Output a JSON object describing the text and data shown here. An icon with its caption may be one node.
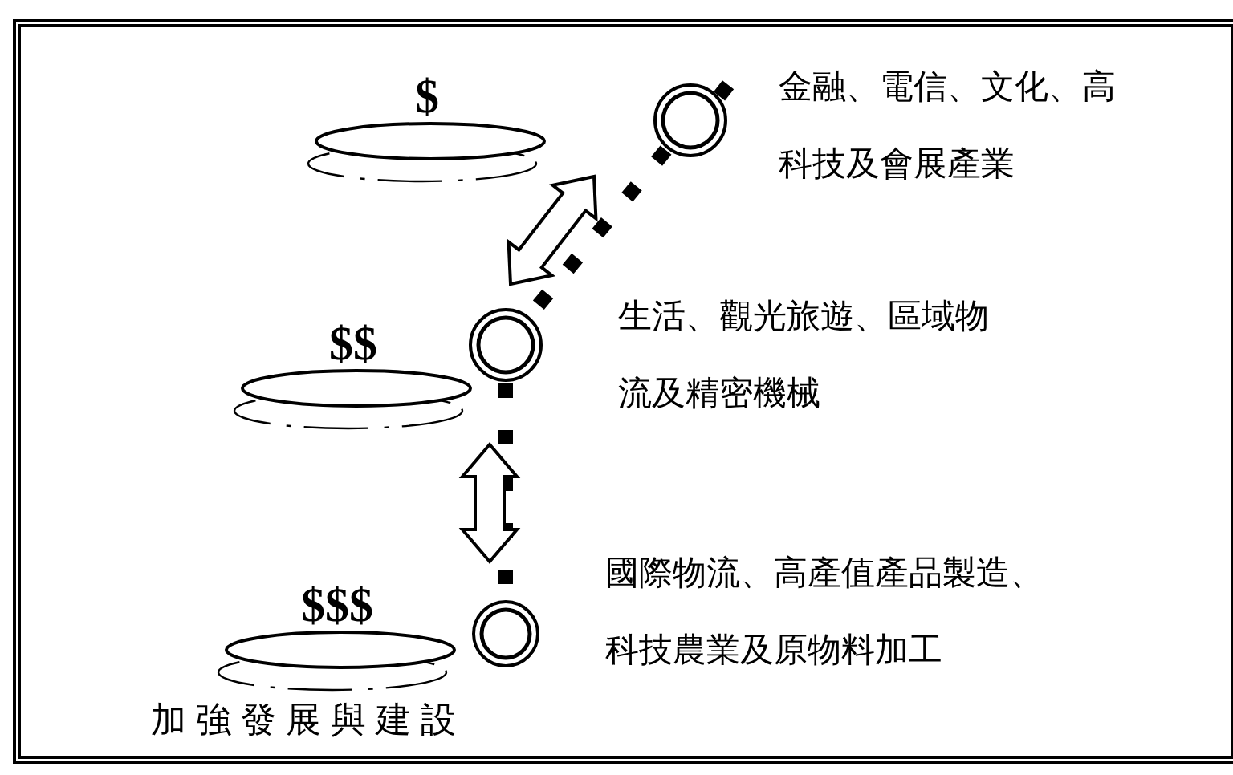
{
  "diagram": {
    "nodes": [
      {
        "text": [
          "$"
        ]
      },
      {
        "text": [],
        "shape": "circle",
        "beside": [
          "金融、電信、文化、高科技及會展產業"
        ]
      },
      {
        "text": [
          "$$"
        ]
      },
      {
        "text": [],
        "shape": "circle",
        "beside": [
          "生活、觀光旅遊、區域物流及精密機械"
        ]
      },
      {
        "text": [
          "$$$"
        ]
      },
      {
        "text": [],
        "shape": "circle",
        "beside": [
          "國際物流、高產值產品製造、科技農業及原物料加工"
        ]
      }
    ],
    "edges": [
      {
        "from": 1,
        "to": 3,
        "arrow": "none",
        "style": "dashed"
      },
      {
        "from": 1,
        "to": 3,
        "arrow": "both"
      },
      {
        "from": 3,
        "to": 5,
        "arrow": "none",
        "style": "dashed"
      },
      {
        "from": 3,
        "to": 5,
        "arrow": "both"
      }
    ],
    "labels": [
      "加強發展與建設"
    ]
  }
}
